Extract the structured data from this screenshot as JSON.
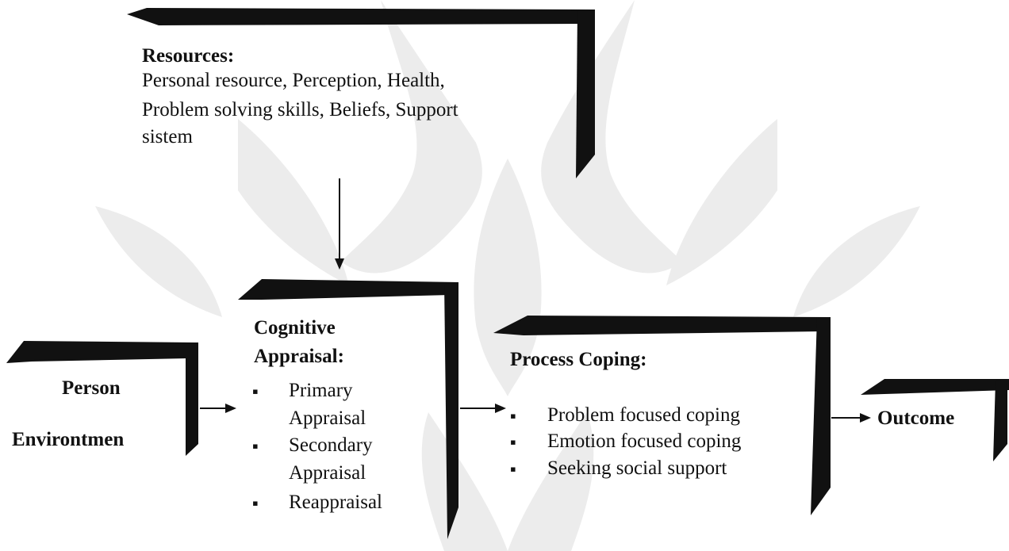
{
  "diagram": {
    "resources": {
      "title": "Resources:",
      "line1": "Personal resource, Perception, Health,",
      "line2": "Problem solving skills, Beliefs,  Support",
      "line3": "sistem"
    },
    "person_env": {
      "line1": "Person",
      "line2": "Environtmen"
    },
    "cognitive": {
      "title_line1": "Cognitive",
      "title_line2": "Appraisal:",
      "items": [
        {
          "line1": "Primary",
          "line2": "Appraisal"
        },
        {
          "line1": "Secondary",
          "line2": "Appraisal"
        },
        {
          "line1": "Reappraisal",
          "line2": ""
        }
      ]
    },
    "coping": {
      "title": "Process Coping:",
      "items": [
        "Problem focused coping",
        "Emotion focused coping",
        "Seeking social support"
      ]
    },
    "outcome": {
      "label": "Outcome"
    },
    "bullet": "▪"
  }
}
